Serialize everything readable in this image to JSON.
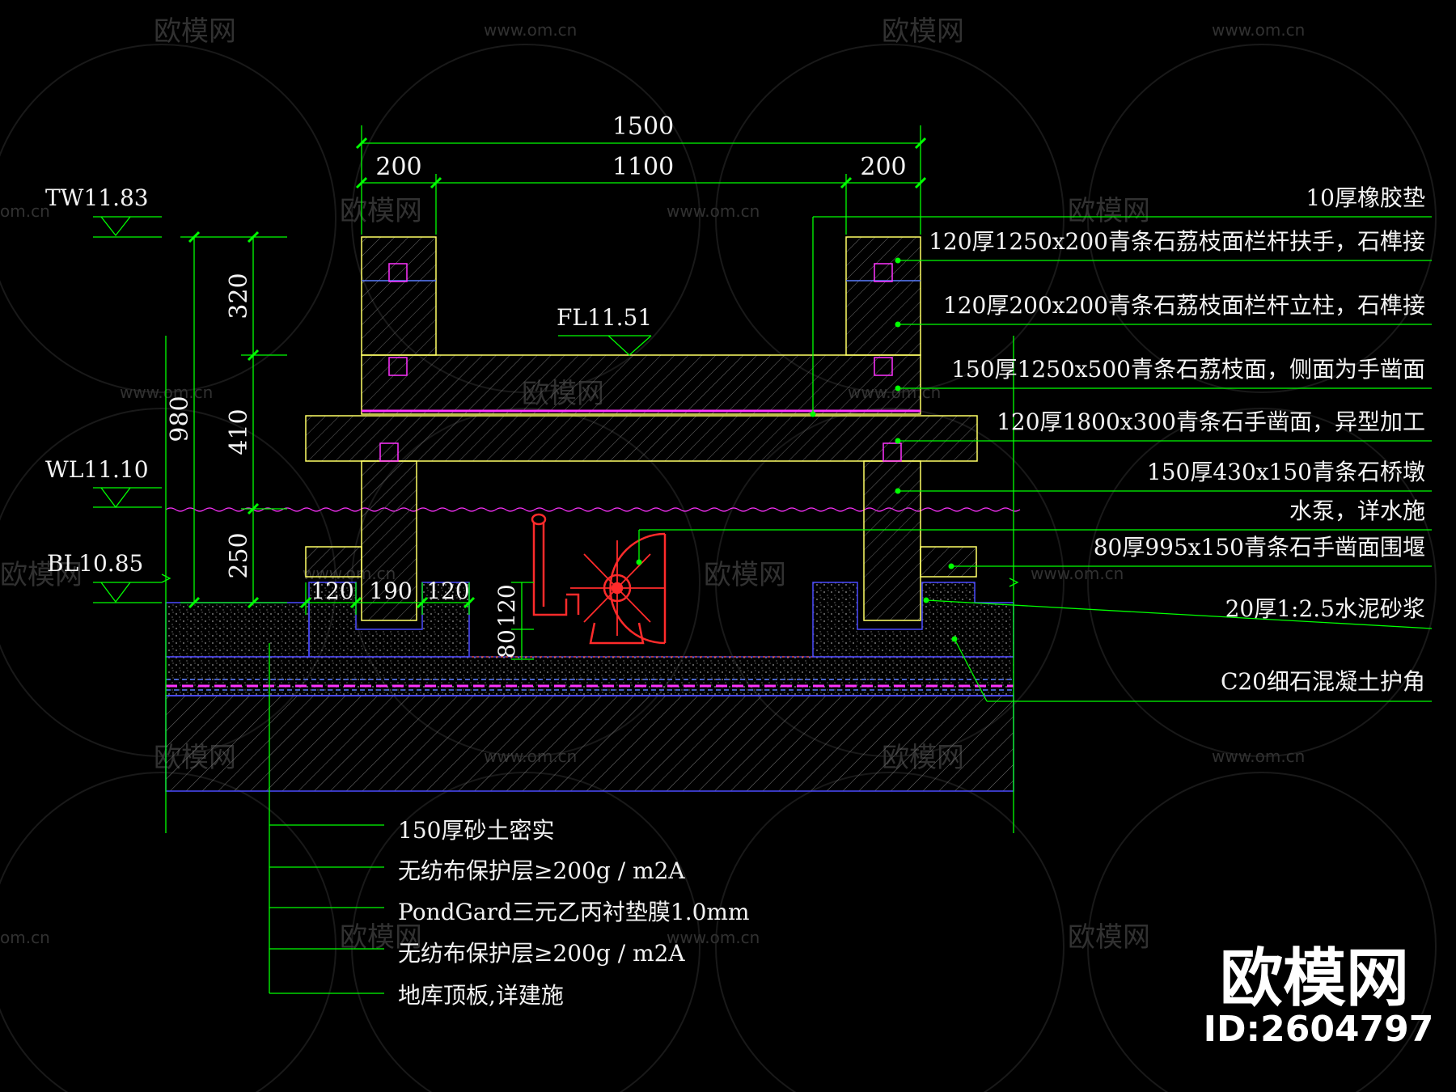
{
  "dimensions": {
    "top_total": "1500",
    "top_left": "200",
    "top_mid": "1100",
    "top_right": "200",
    "v_total": "980",
    "v_320": "320",
    "v_410": "410",
    "v_250": "250",
    "bottom_120_left": "120",
    "bottom_190": "190",
    "bottom_120_right": "120",
    "pump_120": "120",
    "pump_80": "80"
  },
  "levels": {
    "tw": "TW11.83",
    "fl": "FL11.51",
    "wl": "WL11.10",
    "bl": "BL10.85"
  },
  "callouts_right": [
    "10厚橡胶垫",
    "120厚1250x200青条石荔枝面栏杆扶手，石榫接",
    "120厚200x200青条石荔枝面栏杆立柱，石榫接",
    "150厚1250x500青条石荔枝面，侧面为手凿面",
    "120厚1800x300青条石手凿面，异型加工",
    "150厚430x150青条石桥墩",
    "水泵，详水施",
    "80厚995x150青条石手凿面围堰",
    "20厚1:2.5水泥砂浆",
    "C20细石混凝土护角"
  ],
  "callouts_bottom": [
    "150厚砂土密实",
    "无纺布保护层≥200g / m2A",
    "PondGard三元乙丙衬垫膜1.0mm",
    "无纺布保护层≥200g / m2A",
    "地库顶板,详建施"
  ],
  "watermark": {
    "brand": "欧模网",
    "url": "www.om.cn",
    "url_partial": "om.cn",
    "id": "ID:2604797"
  },
  "colors": {
    "background": "#000000",
    "dimension": "#00ff00",
    "stone": "#ffff66",
    "stone_blue": "#5a7dff",
    "concrete": "#4a4aff",
    "membrane": "#ff33ff",
    "pump": "#ff2b2b",
    "text": "#f2f2f2"
  }
}
